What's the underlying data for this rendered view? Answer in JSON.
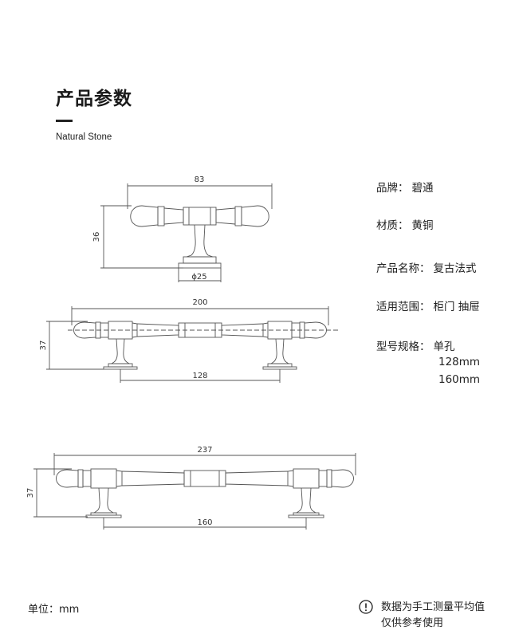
{
  "header": {
    "title": "产品参数",
    "subtitle": "Natural  Stone"
  },
  "specs": [
    {
      "label": "品牌：",
      "value": "碧通"
    },
    {
      "label": "材质：",
      "value": "黄铜"
    },
    {
      "label": "产品名称：",
      "value": "复古法式"
    },
    {
      "label": "适用范围：",
      "value": "柜门 抽屉"
    },
    {
      "label": "型号规格：",
      "value": "单孔",
      "extra": [
        "128mm",
        "160mm"
      ]
    }
  ],
  "drawings": {
    "small": {
      "length": "83",
      "height": "36",
      "base": "ϕ25"
    },
    "medium": {
      "length": "200",
      "height": "37",
      "hole_spacing": "128"
    },
    "large": {
      "length": "237",
      "height": "37",
      "hole_spacing": "160"
    }
  },
  "footer": {
    "unit": "单位：mm",
    "note_line1": "数据为手工测量平均值",
    "note_line2": "仅供参考使用"
  }
}
